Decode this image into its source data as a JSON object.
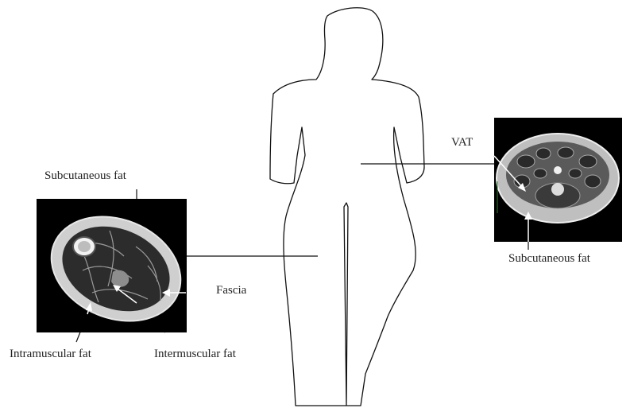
{
  "labels": {
    "subcutaneous_fat_thigh": "Subcutaneous fat",
    "fascia": "Fascia",
    "intramuscular_fat": "Intramuscular fat",
    "intermuscular_fat": "Intermuscular fat",
    "vat": "VAT",
    "subcutaneous_fat_abdomen": "Subcutaneous fat"
  },
  "colors": {
    "outline": "#111111",
    "text": "#222222",
    "scan_bg": "#000000",
    "arrow": "#ffffff"
  }
}
